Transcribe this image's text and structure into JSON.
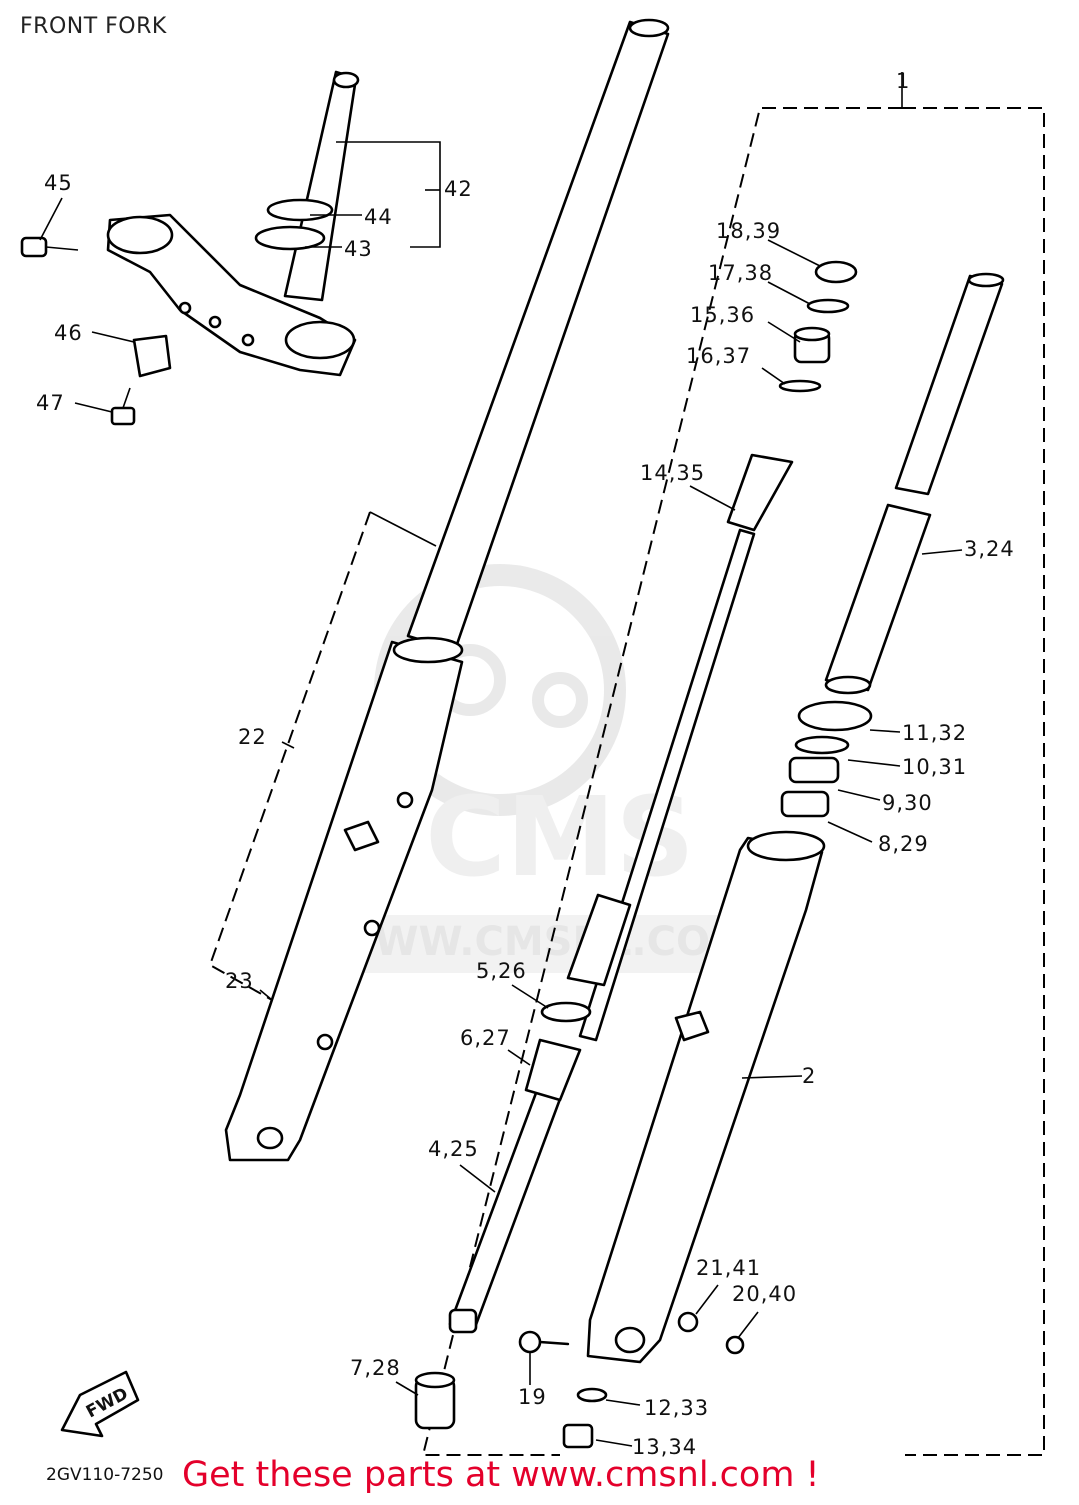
{
  "title": "FRONT FORK",
  "drawing_code": "2GV110-7250",
  "footer_link": "Get these parts at www.cmsnl.com !",
  "watermark": {
    "brand": "CMS",
    "url": "WWW.CMSNL.COM"
  },
  "fwd_label": "FWD",
  "colors": {
    "link": "#e4002b",
    "line": "#000000",
    "watermark": "#e6e6e6"
  },
  "callouts": {
    "c1": "1",
    "c2": "2",
    "c3_24": "3,24",
    "c4_25": "4,25",
    "c5_26": "5,26",
    "c6_27": "6,27",
    "c7_28": "7,28",
    "c8_29": "8,29",
    "c9_30": "9,30",
    "c10_31": "10,31",
    "c11_32": "11,32",
    "c12_33": "12,33",
    "c13_34": "13,34",
    "c14_35": "14,35",
    "c15_36": "15,36",
    "c16_37": "16,37",
    "c17_38": "17,38",
    "c18_39": "18,39",
    "c19": "19",
    "c20_40": "20,40",
    "c21_41": "21,41",
    "c22": "22",
    "c23": "23",
    "c42": "42",
    "c43": "43",
    "c44": "44",
    "c45": "45",
    "c46": "46",
    "c47": "47"
  }
}
